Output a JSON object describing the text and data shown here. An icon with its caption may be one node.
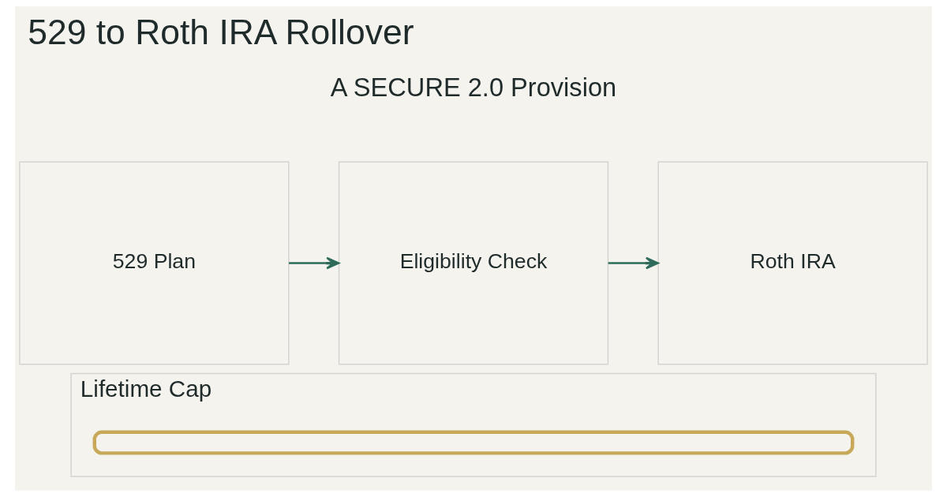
{
  "diagram": {
    "title": "529 to Roth IRA Rollover",
    "nodes": [
      {
        "text": [
          "529 Plan"
        ]
      },
      {
        "text": [
          "Eligibility Check"
        ]
      },
      {
        "text": [
          "Roth IRA"
        ]
      },
      {
        "text": [
          "Lifetime Cap"
        ]
      },
      {
        "text": [],
        "shape": "bar",
        "in": 3
      }
    ],
    "edges": [
      {
        "from": 0,
        "to": 1,
        "arrow": "to"
      },
      {
        "from": 1,
        "to": 2,
        "arrow": "to"
      }
    ],
    "labels": [
      "A SECURE 2.0 Provision"
    ]
  }
}
